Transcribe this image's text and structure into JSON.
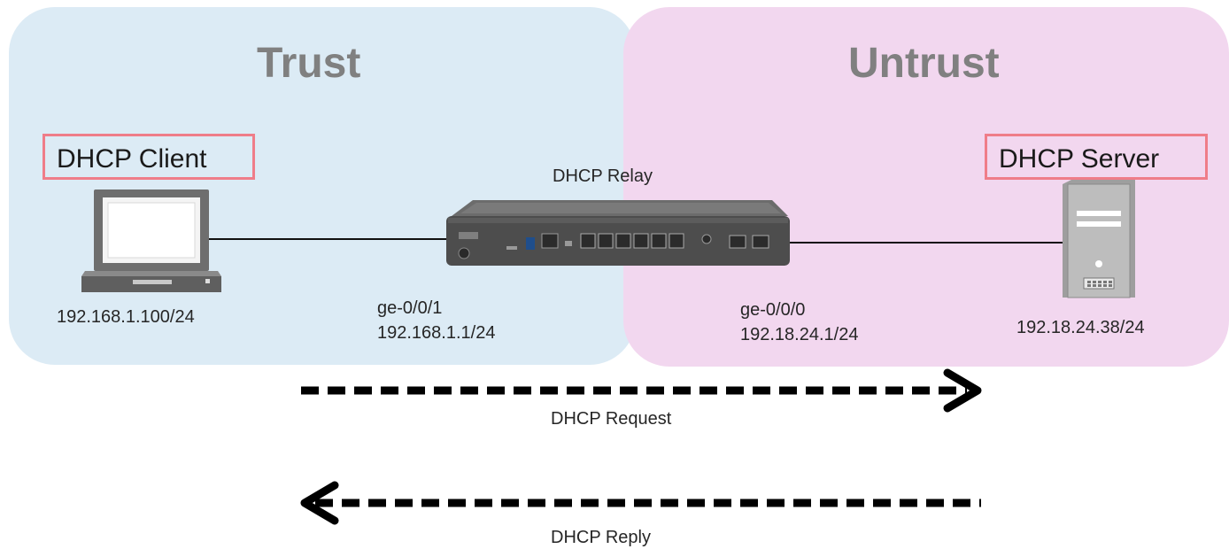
{
  "zones": {
    "trust": {
      "title": "Trust",
      "color": "#dcebf5"
    },
    "untrust": {
      "title": "Untrust",
      "color": "#f2d7ef"
    }
  },
  "client": {
    "role": "DHCP Client",
    "ip": "192.168.1.100/24",
    "icon": "laptop-icon"
  },
  "server": {
    "role": "DHCP Server",
    "ip": "192.18.24.38/24",
    "icon": "server-icon"
  },
  "relay": {
    "role": "DHCP Relay",
    "icon": "firewall-icon",
    "trust_interface": {
      "name": "ge-0/0/1",
      "ip": "192.168.1.1/24"
    },
    "untrust_interface": {
      "name": "ge-0/0/0",
      "ip": "192.18.24.1/24"
    }
  },
  "flows": {
    "request": {
      "label": "DHCP Request",
      "direction": "right"
    },
    "reply": {
      "label": "DHCP Reply",
      "direction": "left"
    }
  },
  "colors": {
    "role_border": "#ef7d89",
    "zone_title": "#808080"
  }
}
